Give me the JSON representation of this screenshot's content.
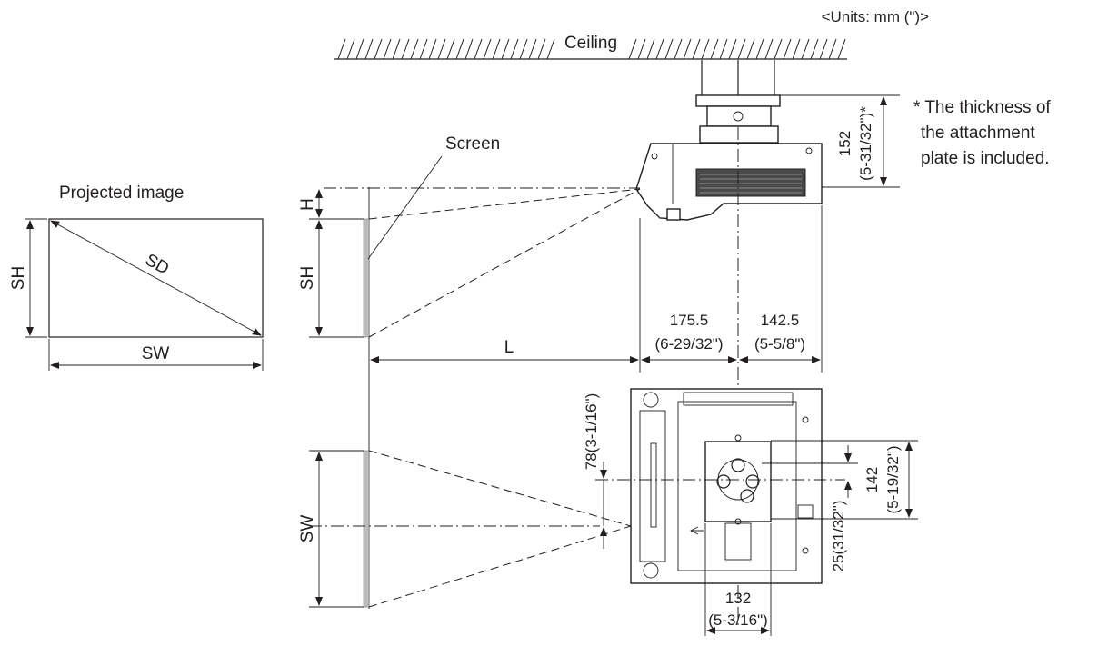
{
  "header": {
    "units": "<Units: mm (\")>"
  },
  "ceiling": {
    "label": "Ceiling"
  },
  "labels": {
    "screen": "Screen",
    "projected_image": "Projected image",
    "sh": "SH",
    "sw": "SW",
    "sd": "SD",
    "h": "H",
    "l": "L"
  },
  "note": {
    "line1": "* The thickness of",
    "line2": "the attachment",
    "line3": "plate is included."
  },
  "dimensions": {
    "d152": "152",
    "d152_in": "(5-31/32\")*",
    "d175": "175.5",
    "d175_in": "(6-29/32\")",
    "d142_5": "142.5",
    "d142_5_in": "(5-5/8\")",
    "d78": "78(3-1/16\")",
    "d142": "142",
    "d142_in": "(5-19/32\")",
    "d25": "25(31/32\")",
    "d132": "132",
    "d132_in": "(5-3/16\")"
  }
}
